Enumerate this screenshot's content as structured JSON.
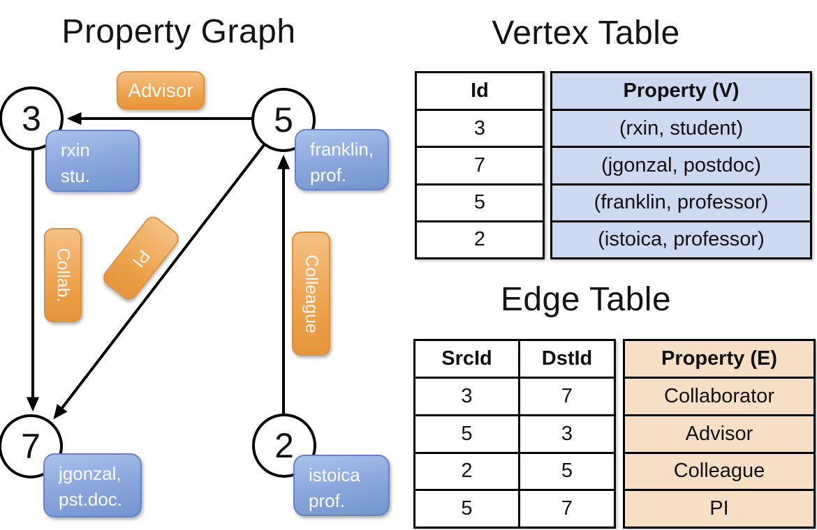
{
  "graph": {
    "title": "Property Graph",
    "nodes": [
      {
        "id": "3",
        "label_lines": [
          "rxin",
          "stu."
        ]
      },
      {
        "id": "5",
        "label_lines": [
          "franklin,",
          "prof."
        ]
      },
      {
        "id": "7",
        "label_lines": [
          "jgonzal,",
          "pst.doc."
        ]
      },
      {
        "id": "2",
        "label_lines": [
          "istoica",
          "prof."
        ]
      }
    ],
    "edge_labels": [
      "Advisor",
      "Collab.",
      "PI",
      "Colleague"
    ]
  },
  "vertex_table": {
    "title": "Vertex Table",
    "columns": [
      "Id",
      "Property (V)"
    ],
    "rows": [
      [
        "3",
        "(rxin, student)"
      ],
      [
        "7",
        "(jgonzal, postdoc)"
      ],
      [
        "5",
        "(franklin, professor)"
      ],
      [
        "2",
        "(istoica, professor)"
      ]
    ]
  },
  "edge_table": {
    "title": "Edge Table",
    "columns": [
      "SrcId",
      "DstId",
      "Property (E)"
    ],
    "rows": [
      [
        "3",
        "7",
        "Collaborator"
      ],
      [
        "5",
        "3",
        "Advisor"
      ],
      [
        "2",
        "5",
        "Colleague"
      ],
      [
        "5",
        "7",
        "PI"
      ]
    ]
  },
  "colors": {
    "edge_stroke": "#000000",
    "node_fill": "#ffffff",
    "orange_label": "#eda24b",
    "blue_label": "#8aa8dd",
    "vertex_property_bg": "#cdd9f0",
    "edge_property_bg": "#f6dfc5"
  }
}
